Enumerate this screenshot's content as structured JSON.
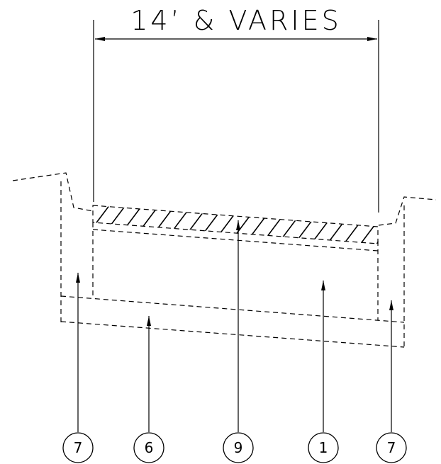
{
  "dimension": {
    "label": "14’ & VARIES"
  },
  "callouts": [
    {
      "id": "c1",
      "number": "7"
    },
    {
      "id": "c2",
      "number": "6"
    },
    {
      "id": "c3",
      "number": "9"
    },
    {
      "id": "c4",
      "number": "1"
    },
    {
      "id": "c5",
      "number": "7"
    }
  ]
}
